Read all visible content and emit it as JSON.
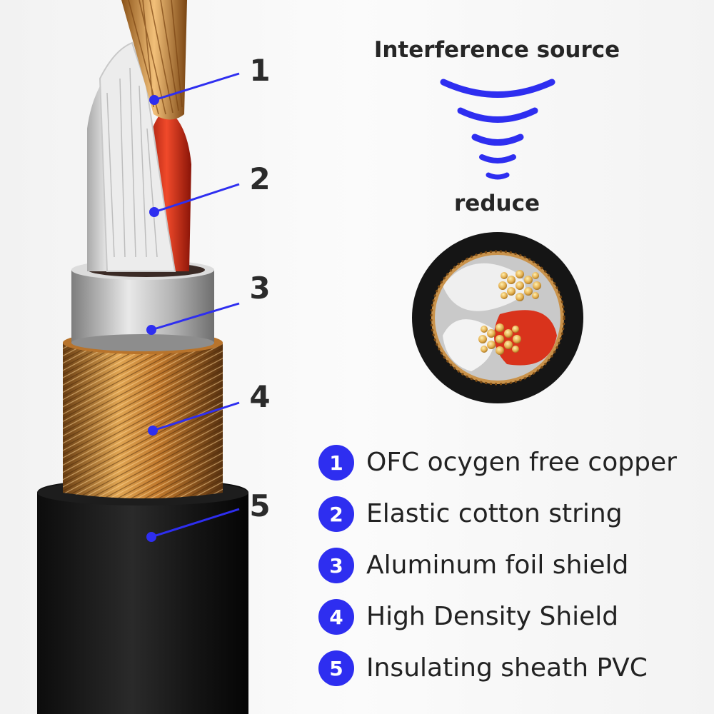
{
  "interference": {
    "title": "Interference source",
    "reduce_label": "reduce"
  },
  "callouts": [
    "1",
    "2",
    "3",
    "4",
    "5"
  ],
  "legend": [
    {
      "number": "1",
      "text": "OFC ocygen free copper"
    },
    {
      "number": "2",
      "text": "Elastic cotton string"
    },
    {
      "number": "3",
      "text": "Aluminum foil shield"
    },
    {
      "number": "4",
      "text": "High Density Shield"
    },
    {
      "number": "5",
      "text": "Insulating sheath PVC"
    }
  ],
  "colors": {
    "accent_blue": "#2e2ef0",
    "copper": "#c98a3c",
    "red_insulation": "#d9301a",
    "sheath_black": "#161616",
    "foil_silver": "#c4c4c4"
  }
}
